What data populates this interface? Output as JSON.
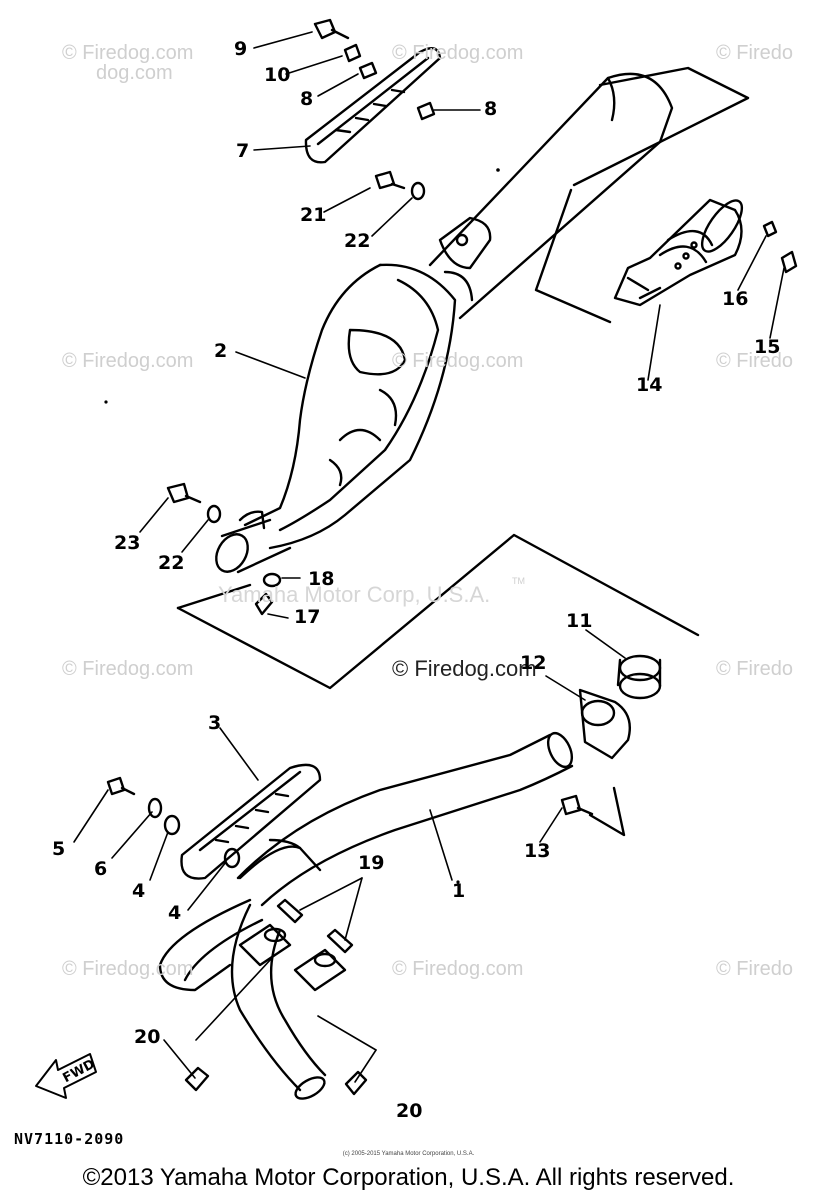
{
  "diagram": {
    "part_callouts": [
      "1",
      "2",
      "3",
      "4",
      "4",
      "5",
      "6",
      "7",
      "8",
      "8",
      "9",
      "10",
      "11",
      "12",
      "13",
      "14",
      "15",
      "16",
      "17",
      "18",
      "19",
      "20",
      "20",
      "21",
      "22",
      "22",
      "23"
    ],
    "direction_label": "FWD",
    "diagram_code": "NV7110-2090",
    "small_copyright": "(c) 2005-2015 Yamaha Motor Corporation, U.S.A.",
    "copyright": "©2013 Yamaha Motor Corporation, U.S.A. All rights reserved."
  },
  "watermarks": {
    "firedog": "© Firedog.com",
    "firedog_clip": "© Firedo",
    "center": "Yamaha Motor Corp, U.S.A.",
    "center_mark": "TM"
  },
  "colors": {
    "line": "#000000",
    "watermark": "#cfcfcf",
    "background": "#ffffff"
  }
}
